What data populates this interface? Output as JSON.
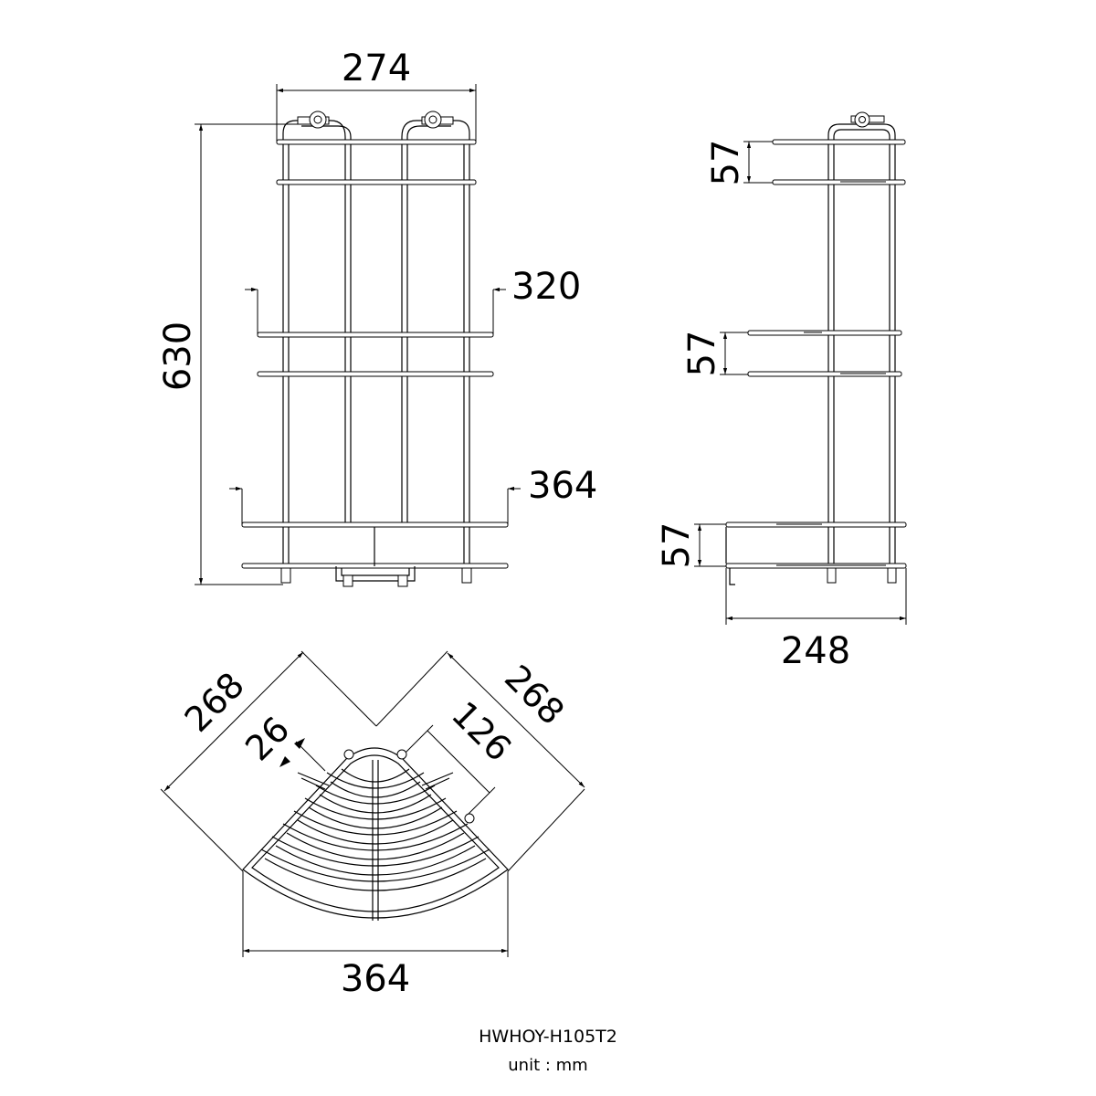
{
  "front_view": {
    "dim_width_top": "274",
    "dim_height": "630",
    "dim_width_mid": "320",
    "dim_width_bottom": "364"
  },
  "side_view": {
    "dim_gap_top": "57",
    "dim_gap_mid": "57",
    "dim_gap_bottom": "57",
    "dim_depth": "248"
  },
  "top_view": {
    "dim_side_left": "268",
    "dim_side_right": "268",
    "dim_offset": "26",
    "dim_mount": "126",
    "dim_width": "364"
  },
  "caption": {
    "model": "HWHOY-H105T2",
    "unit": "unit : mm"
  }
}
